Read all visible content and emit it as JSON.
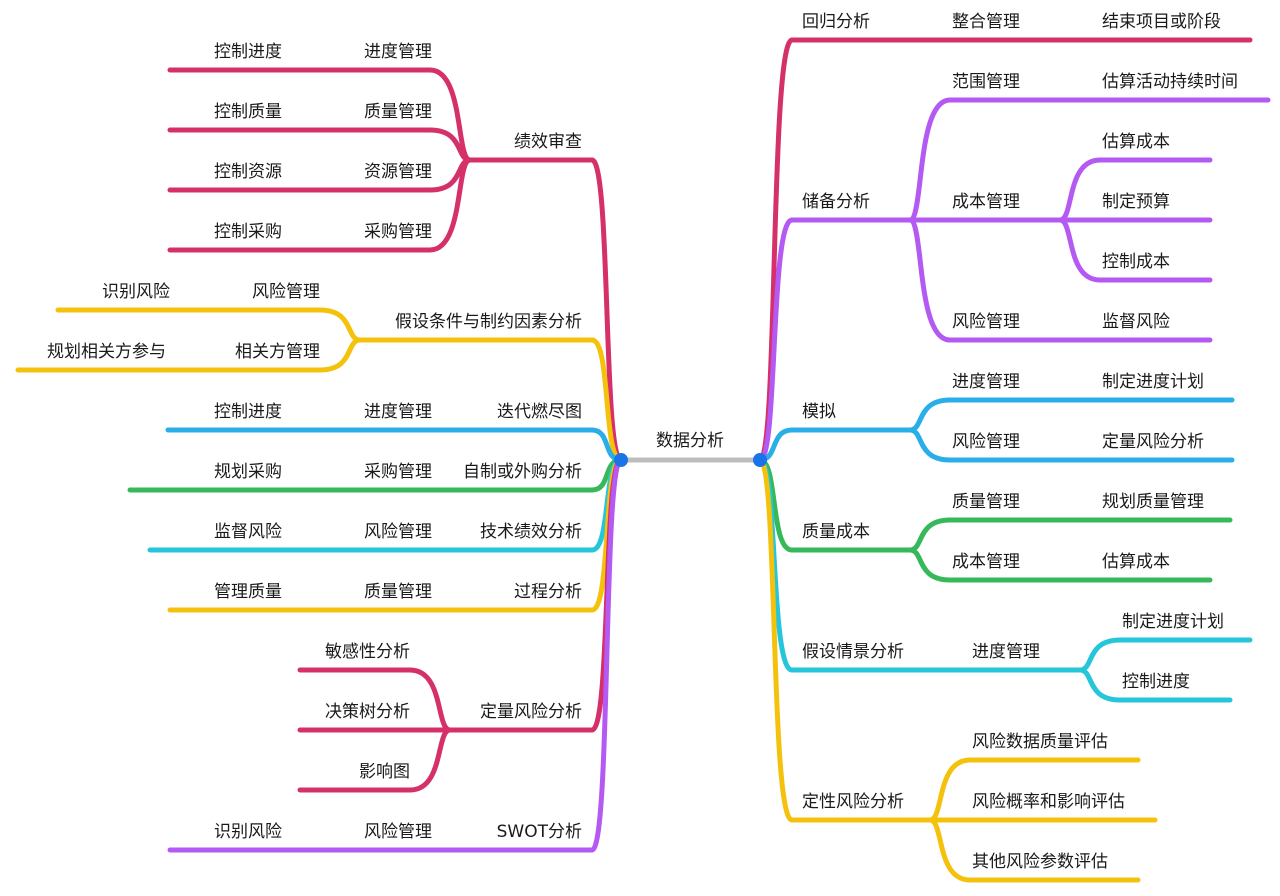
{
  "center": {
    "label": "数据分析"
  },
  "colors": {
    "crimson": "#d5306a",
    "yellow": "#f4c20d",
    "blue": "#2aaee8",
    "green": "#37b85a",
    "cyan": "#26c6da",
    "purple": "#b45af2",
    "trunk": "#bdbdbd",
    "node": "#1a73e8"
  },
  "left": [
    {
      "id": "l-perf",
      "label": "绩效审查",
      "color": "crimson",
      "children": [
        {
          "label": "进度管理",
          "leaf": "控制进度"
        },
        {
          "label": "质量管理",
          "leaf": "控制质量"
        },
        {
          "label": "资源管理",
          "leaf": "控制资源"
        },
        {
          "label": "采购管理",
          "leaf": "控制采购"
        }
      ]
    },
    {
      "id": "l-assume",
      "label": "假设条件与制约因素分析",
      "color": "yellow",
      "children": [
        {
          "label": "风险管理",
          "leaf": "识别风险"
        },
        {
          "label": "相关方管理",
          "leaf": "规划相关方参与"
        }
      ]
    },
    {
      "id": "l-burn",
      "label": "迭代燃尽图",
      "color": "blue",
      "children": [
        {
          "label": "进度管理",
          "leaf": "控制进度"
        }
      ]
    },
    {
      "id": "l-make",
      "label": "自制或外购分析",
      "color": "green",
      "children": [
        {
          "label": "采购管理",
          "leaf": "规划采购"
        }
      ]
    },
    {
      "id": "l-tech",
      "label": "技术绩效分析",
      "color": "cyan",
      "children": [
        {
          "label": "风险管理",
          "leaf": "监督风险"
        }
      ]
    },
    {
      "id": "l-proc",
      "label": "过程分析",
      "color": "yellow",
      "children": [
        {
          "label": "质量管理",
          "leaf": "管理质量"
        }
      ]
    },
    {
      "id": "l-quant",
      "label": "定量风险分析",
      "color": "crimson",
      "children": [
        {
          "label": "敏感性分析"
        },
        {
          "label": "决策树分析"
        },
        {
          "label": "影响图"
        }
      ]
    },
    {
      "id": "l-swot",
      "label": "SWOT分析",
      "color": "purple",
      "children": [
        {
          "label": "风险管理",
          "leaf": "识别风险"
        }
      ]
    }
  ],
  "right": [
    {
      "id": "r-regress",
      "label": "回归分析",
      "color": "crimson",
      "children": [
        {
          "label": "整合管理",
          "leaves": [
            "结束项目或阶段"
          ]
        }
      ]
    },
    {
      "id": "r-reserve",
      "label": "储备分析",
      "color": "purple",
      "children": [
        {
          "label": "范围管理",
          "leaves": [
            "估算活动持续时间"
          ]
        },
        {
          "label": "成本管理",
          "leaves": [
            "估算成本",
            "制定预算",
            "控制成本"
          ]
        },
        {
          "label": "风险管理",
          "leaves": [
            "监督风险"
          ]
        }
      ]
    },
    {
      "id": "r-sim",
      "label": "模拟",
      "color": "blue",
      "children": [
        {
          "label": "进度管理",
          "leaves": [
            "制定进度计划"
          ]
        },
        {
          "label": "风险管理",
          "leaves": [
            "定量风险分析"
          ]
        }
      ]
    },
    {
      "id": "r-coq",
      "label": "质量成本",
      "color": "green",
      "children": [
        {
          "label": "质量管理",
          "leaves": [
            "规划质量管理"
          ]
        },
        {
          "label": "成本管理",
          "leaves": [
            "估算成本"
          ]
        }
      ]
    },
    {
      "id": "r-whatif",
      "label": "假设情景分析",
      "color": "cyan",
      "children": [
        {
          "label": "进度管理",
          "leaves": [
            "制定进度计划",
            "控制进度"
          ]
        }
      ]
    },
    {
      "id": "r-qual",
      "label": "定性风险分析",
      "color": "yellow",
      "children": [
        {
          "label": "风险数据质量评估"
        },
        {
          "label": "风险概率和影响评估"
        },
        {
          "label": "其他风险参数评估"
        }
      ]
    }
  ]
}
